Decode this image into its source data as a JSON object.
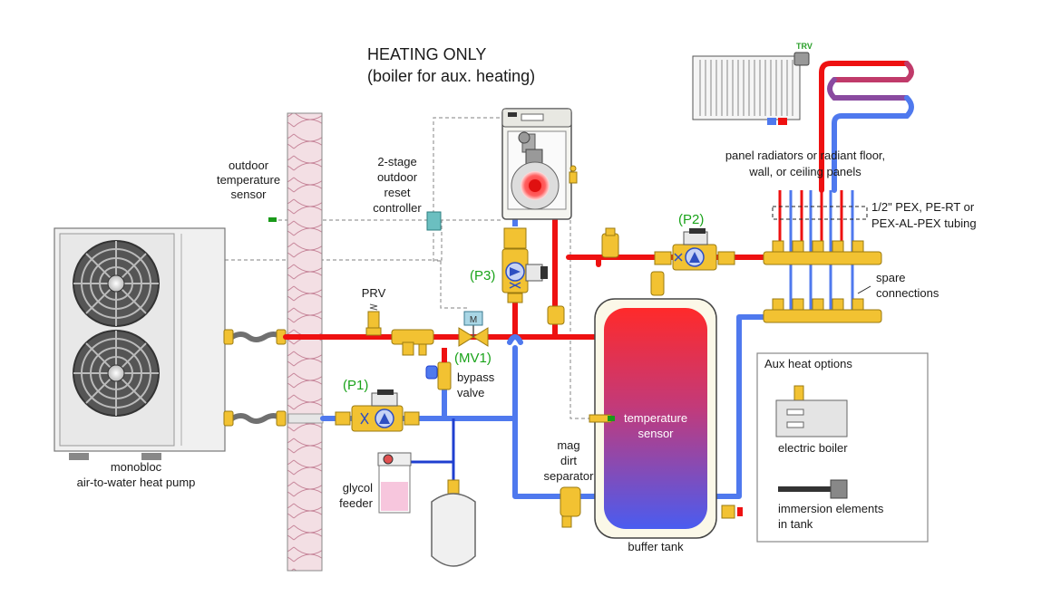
{
  "title": {
    "line1": "HEATING ONLY",
    "line2": "(boiler for aux. heating)"
  },
  "labels": {
    "outdoor_sensor": [
      "outdoor",
      "temperature",
      "sensor"
    ],
    "controller": [
      "2-stage",
      "outdoor",
      "reset",
      "controller"
    ],
    "heat_pump": [
      "monobloc",
      "air-to-water heat pump"
    ],
    "prv": "PRV",
    "p1": "(P1)",
    "p2": "(P2)",
    "p3": "(P3)",
    "mv1": "(MV1)",
    "mv1_motor": "M",
    "bypass": [
      "bypass",
      "valve"
    ],
    "glycol": [
      "glycol",
      "feeder"
    ],
    "dirt_separator": [
      "mag",
      "dirt",
      "separator"
    ],
    "tank_sensor": [
      "temperature",
      "sensor"
    ],
    "buffer_tank": "buffer tank",
    "trv": "TRV",
    "emitters": [
      "panel radiators or radiant floor,",
      "wall, or ceiling panels"
    ],
    "tubing": [
      "1/2\" PEX, PE-RT or",
      "PEX-AL-PEX tubing"
    ],
    "spare": [
      "spare",
      "connections"
    ],
    "aux_title": "Aux heat options",
    "electric_boiler": "electric boiler",
    "immersion": [
      "immersion elements",
      "in tank"
    ]
  },
  "colors": {
    "supply": "#ee1111",
    "return": "#4f79ee",
    "glycol_line": "#1f3fd0",
    "brass": "#f2c232",
    "brass_edge": "#9a7a10",
    "control_wire": "#9a9a9a",
    "sensor": "#1a9a1a",
    "accent_green": "#1aa31a"
  },
  "icons": {
    "heat_pump": "outdoor-unit-icon",
    "boiler": "boiler-icon",
    "tank": "buffer-tank-icon",
    "radiator": "panel-radiator-icon",
    "floor_loop": "radiant-floor-loop-icon",
    "pump": "circulator-pump-icon",
    "expansion_tank": "expansion-tank-icon"
  }
}
